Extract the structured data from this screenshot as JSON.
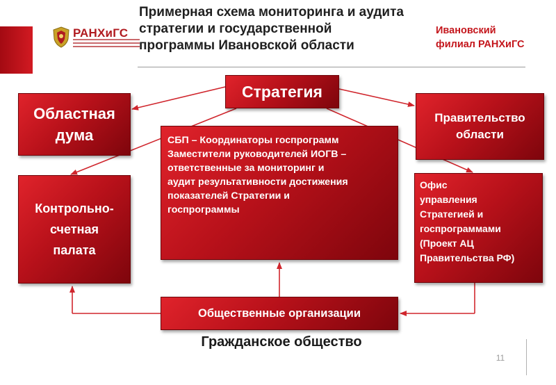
{
  "header": {
    "title_lines": [
      "Примерная схема мониторинга и аудита",
      "стратегии и государственной",
      "программы Ивановской области"
    ],
    "logo_name": "РАНХиГС",
    "branch_lines": [
      "Ивановский",
      "филиал РАНХиГС"
    ]
  },
  "nodes": {
    "strategy": "Стратегия",
    "duma_lines": [
      "Областная",
      "дума"
    ],
    "government_lines": [
      "Правительство",
      "области"
    ],
    "ksp_lines": [
      "Контрольно-",
      "счетная",
      "палата"
    ],
    "sbp_lines": [
      "СБП – Координаторы госпрограмм",
      "Заместители руководителей ИОГВ –",
      "ответственные за мониторинг и",
      "аудит результативности достижения",
      "показателей Стратегии и",
      "госпрограммы"
    ],
    "office_lines": [
      "Офис",
      "управления",
      "Стратегией и",
      "госпрограммами",
      "(Проект АЦ",
      "Правительства РФ)"
    ],
    "public_orgs": "Общественные организации"
  },
  "footer": {
    "civil_society": "Гражданское общество",
    "page_number": "11"
  },
  "colors": {
    "box_light": "#e0232b",
    "box_dark": "#7e050c",
    "arrow": "#d0262d",
    "branch_text": "#c4161c"
  }
}
